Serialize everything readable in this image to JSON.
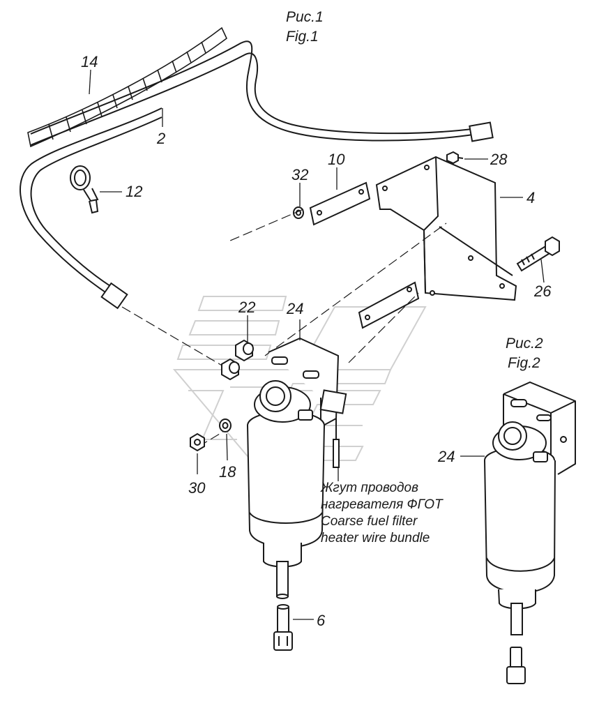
{
  "figure1": {
    "title_ru": "Рис.1",
    "title_en": "Fig.1"
  },
  "figure2": {
    "title_ru": "Рис.2",
    "title_en": "Fig.2"
  },
  "callouts": {
    "c14": "14",
    "c2": "2",
    "c12": "12",
    "c10": "10",
    "c32": "32",
    "c28": "28",
    "c4": "4",
    "c26": "26",
    "c22": "22",
    "c24": "24",
    "c30": "30",
    "c18": "18",
    "c6": "6",
    "c24_fig2": "24"
  },
  "note": {
    "line1": "Жгут проводов",
    "line2": "нагревателя ФГОТ",
    "line3": "Coarse fuel filter",
    "line4": "heater wire bundle"
  },
  "colors": {
    "ink": "#1a1a1a",
    "watermark": "#d4d4d4",
    "paper": "#ffffff"
  }
}
